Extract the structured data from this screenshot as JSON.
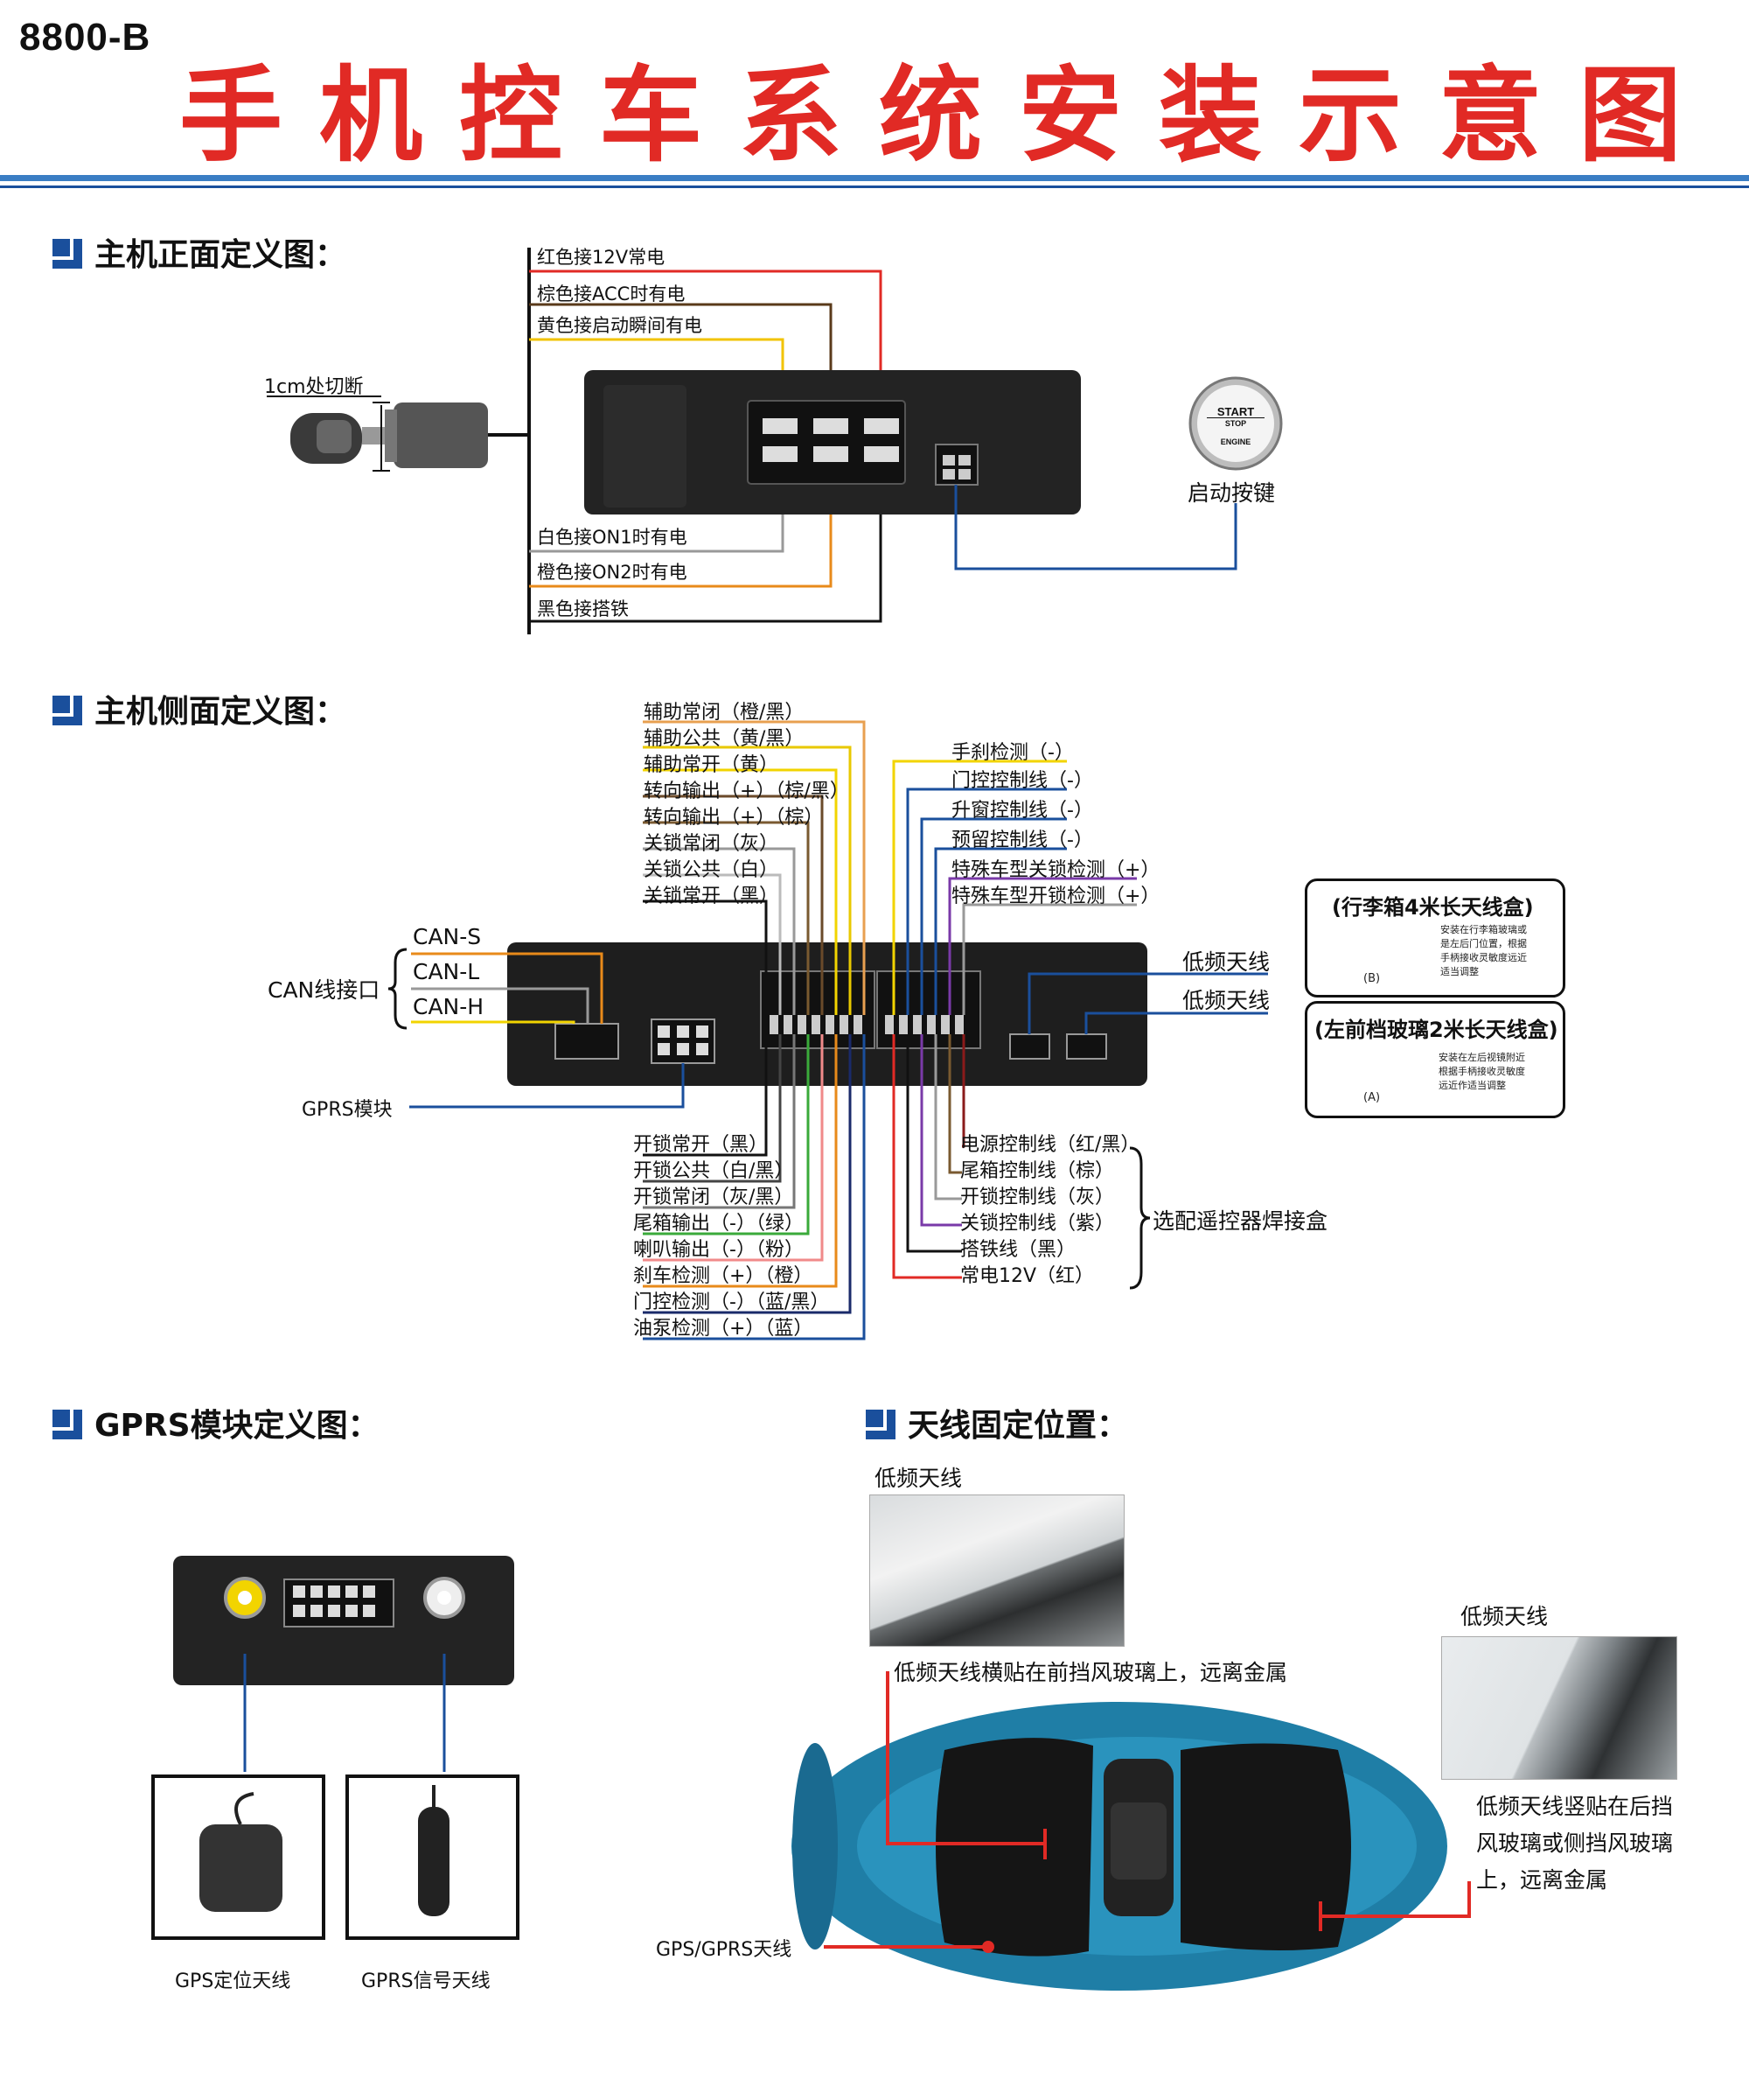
{
  "model": "8800-B",
  "title": "手机控车系统安装示意图",
  "sections": {
    "front": "主机正面定义图：",
    "side": "主机侧面定义图：",
    "gprs": "GPRS模块定义图：",
    "antenna": "天线固定位置："
  },
  "front": {
    "top_wires": [
      "红色接12V常电",
      "棕色接ACC时有电",
      "黄色接启动瞬间有电"
    ],
    "bottom_wires": [
      "白色接ON1时有电",
      "橙色接ON2时有电",
      "黑色接搭铁"
    ],
    "cut_label": "1cm处切断",
    "start_button_label": "启动按键",
    "start_button_text": [
      "START",
      "STOP",
      "ENGINE"
    ]
  },
  "side": {
    "left_top": [
      "辅助常闭（橙/黑）",
      "辅助公共（黄/黑）",
      "辅助常开（黄）",
      "转向输出（+）（棕/黑）",
      "转向输出（+）（棕）",
      "关锁常闭（灰）",
      "关锁公共（白）",
      "关锁常开（黑）"
    ],
    "right_top": [
      "手刹检测（-）",
      "门控控制线（-）",
      "升窗控制线（-）",
      "预留控制线（-）",
      "特殊车型关锁检测（+）",
      "特殊车型开锁检测（+）"
    ],
    "left_bottom": [
      "开锁常开（黑）",
      "开锁公共（白/黑）",
      "开锁常闭（灰/黑）",
      "尾箱输出（-）（绿）",
      "喇叭输出（-）（粉）",
      "刹车检测（+）（橙）",
      "门控检测（-）（蓝/黑）",
      "油泵检测（+）（蓝）"
    ],
    "right_bottom": [
      "电源控制线（红/黑）",
      "尾箱控制线（棕）",
      "开锁控制线（灰）",
      "关锁控制线（紫）",
      "搭铁线（黑）",
      "常电12V（红）"
    ],
    "remote_box": "选配遥控器焊接盒",
    "can": {
      "label": "CAN线接口",
      "lines": [
        "CAN-S",
        "CAN-L",
        "CAN-H"
      ]
    },
    "gprs_module": "GPRS模块",
    "lf_antenna": [
      "低频天线",
      "低频天线"
    ],
    "box_b": {
      "title": "(行李箱4米长天线盒)",
      "tag": "(B)",
      "desc": [
        "安装在行李箱玻璃或",
        "是左后门位置，根据",
        "手柄接收灵敏度远近",
        "适当调整"
      ]
    },
    "box_a": {
      "title": "(左前档玻璃2米长天线盒)",
      "tag": "(A)",
      "desc": [
        "安装在左后视镜附近",
        "根据手柄接收灵敏度",
        "远近作适当调整"
      ]
    }
  },
  "gprs": {
    "gps_label": "GPS定位天线",
    "gprs_label": "GPRS信号天线"
  },
  "antenna": {
    "lf_front_title": "低频天线",
    "lf_front_desc": "低频天线横贴在前挡风玻璃上，远离金属",
    "lf_rear_title": "低频天线",
    "lf_rear_desc": [
      "低频天线竖贴在后挡",
      "风玻璃或侧挡风玻璃",
      "上，远离金属"
    ],
    "gps_gprs": "GPS/GPRS天线"
  },
  "colors": {
    "title_red": "#e12a25",
    "accent_blue": "#1a4f9c",
    "car_body": "#1f7ea6"
  }
}
